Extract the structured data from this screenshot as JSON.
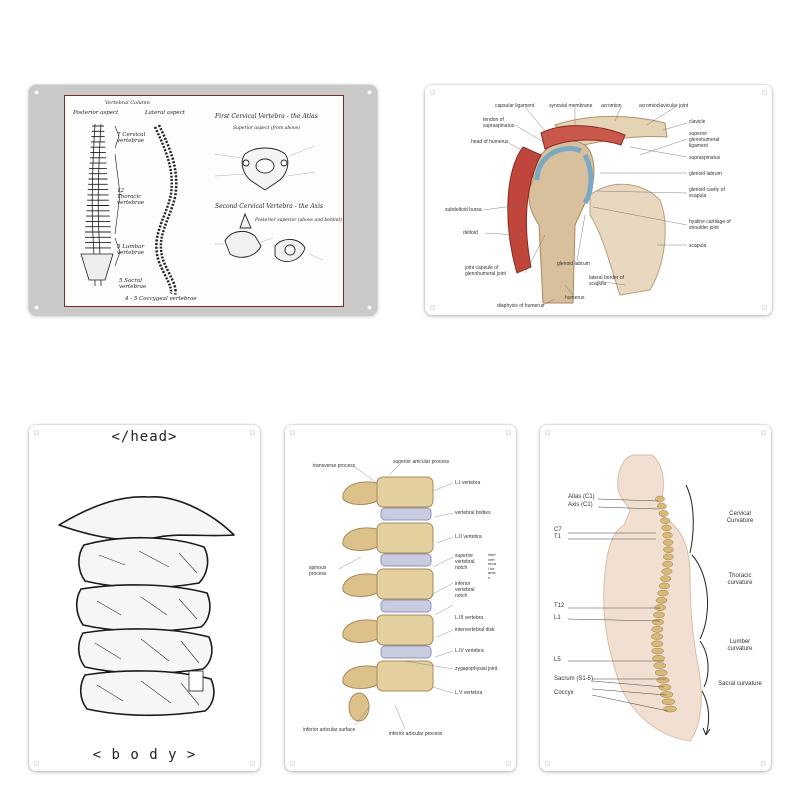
{
  "vertebral_sign": {
    "title": "Vertebral Column",
    "posterior": "Posterior aspect",
    "lateral": "Lateral aspect",
    "cervical": "7 Cervical vertebrae",
    "thoracic": "12 Thoracic vertebrae",
    "lumbar": "5 Lumbar vertebrae",
    "sacral": "5 Sacral vertebrae",
    "coccygeal": "4 - 5 Coccygeal vertebrae",
    "atlas_title": "First Cervical Vertebra - the Atlas",
    "atlas_view": "Superior aspect (from above)",
    "axis_title": "Second Cervical Vertebra - the Axis",
    "axis_view": "Posterior superior (above and behind)"
  },
  "shoulder_sign": {
    "labels": [
      "capsular ligament",
      "synovial membrane",
      "acromion",
      "acromioclavicular joint",
      "tendon of supraspinatus",
      "clavicle",
      "head of humerus",
      "superior glenohumeral ligament",
      "supraspinatus",
      "glenoid labrum",
      "glenoid cavity of scapula",
      "subdeltoid bursa",
      "deltoid",
      "hyaline cartilage of shoulder joint",
      "scapula",
      "glenoid labrum",
      "joint capsule of glenohumeral joint",
      "lateral border of scapula",
      "humerus",
      "diaphysis of humerus"
    ]
  },
  "cervical_sign": {
    "top_tag": "</head>",
    "bottom_tag": "< b o d y >"
  },
  "lumbar_sign": {
    "labels": [
      "transverse process",
      "superior articular process",
      "L.I vertebra",
      "vertebral bodies",
      "L.II vertebra",
      "superior vertebral notch",
      "intervertebral foramen",
      "spinous process",
      "inferior vertebral notch",
      "L.III vertebra",
      "intervertebral disk",
      "L.IV vertebra",
      "zygapophysial joint",
      "L.V vertebra",
      "inferior articular surface",
      "inferior articular process"
    ]
  },
  "spine_sign": {
    "left_labels": [
      "Atlas (C1)",
      "Axis (C1)",
      "C7",
      "T1",
      "T12",
      "L1",
      "L5",
      "Sacrum (S1-5)",
      "Coccyx"
    ],
    "right_labels": [
      "Cervical Curvature",
      "Thoracic curvature",
      "Lumber curvature",
      "Sacral curvature"
    ]
  }
}
